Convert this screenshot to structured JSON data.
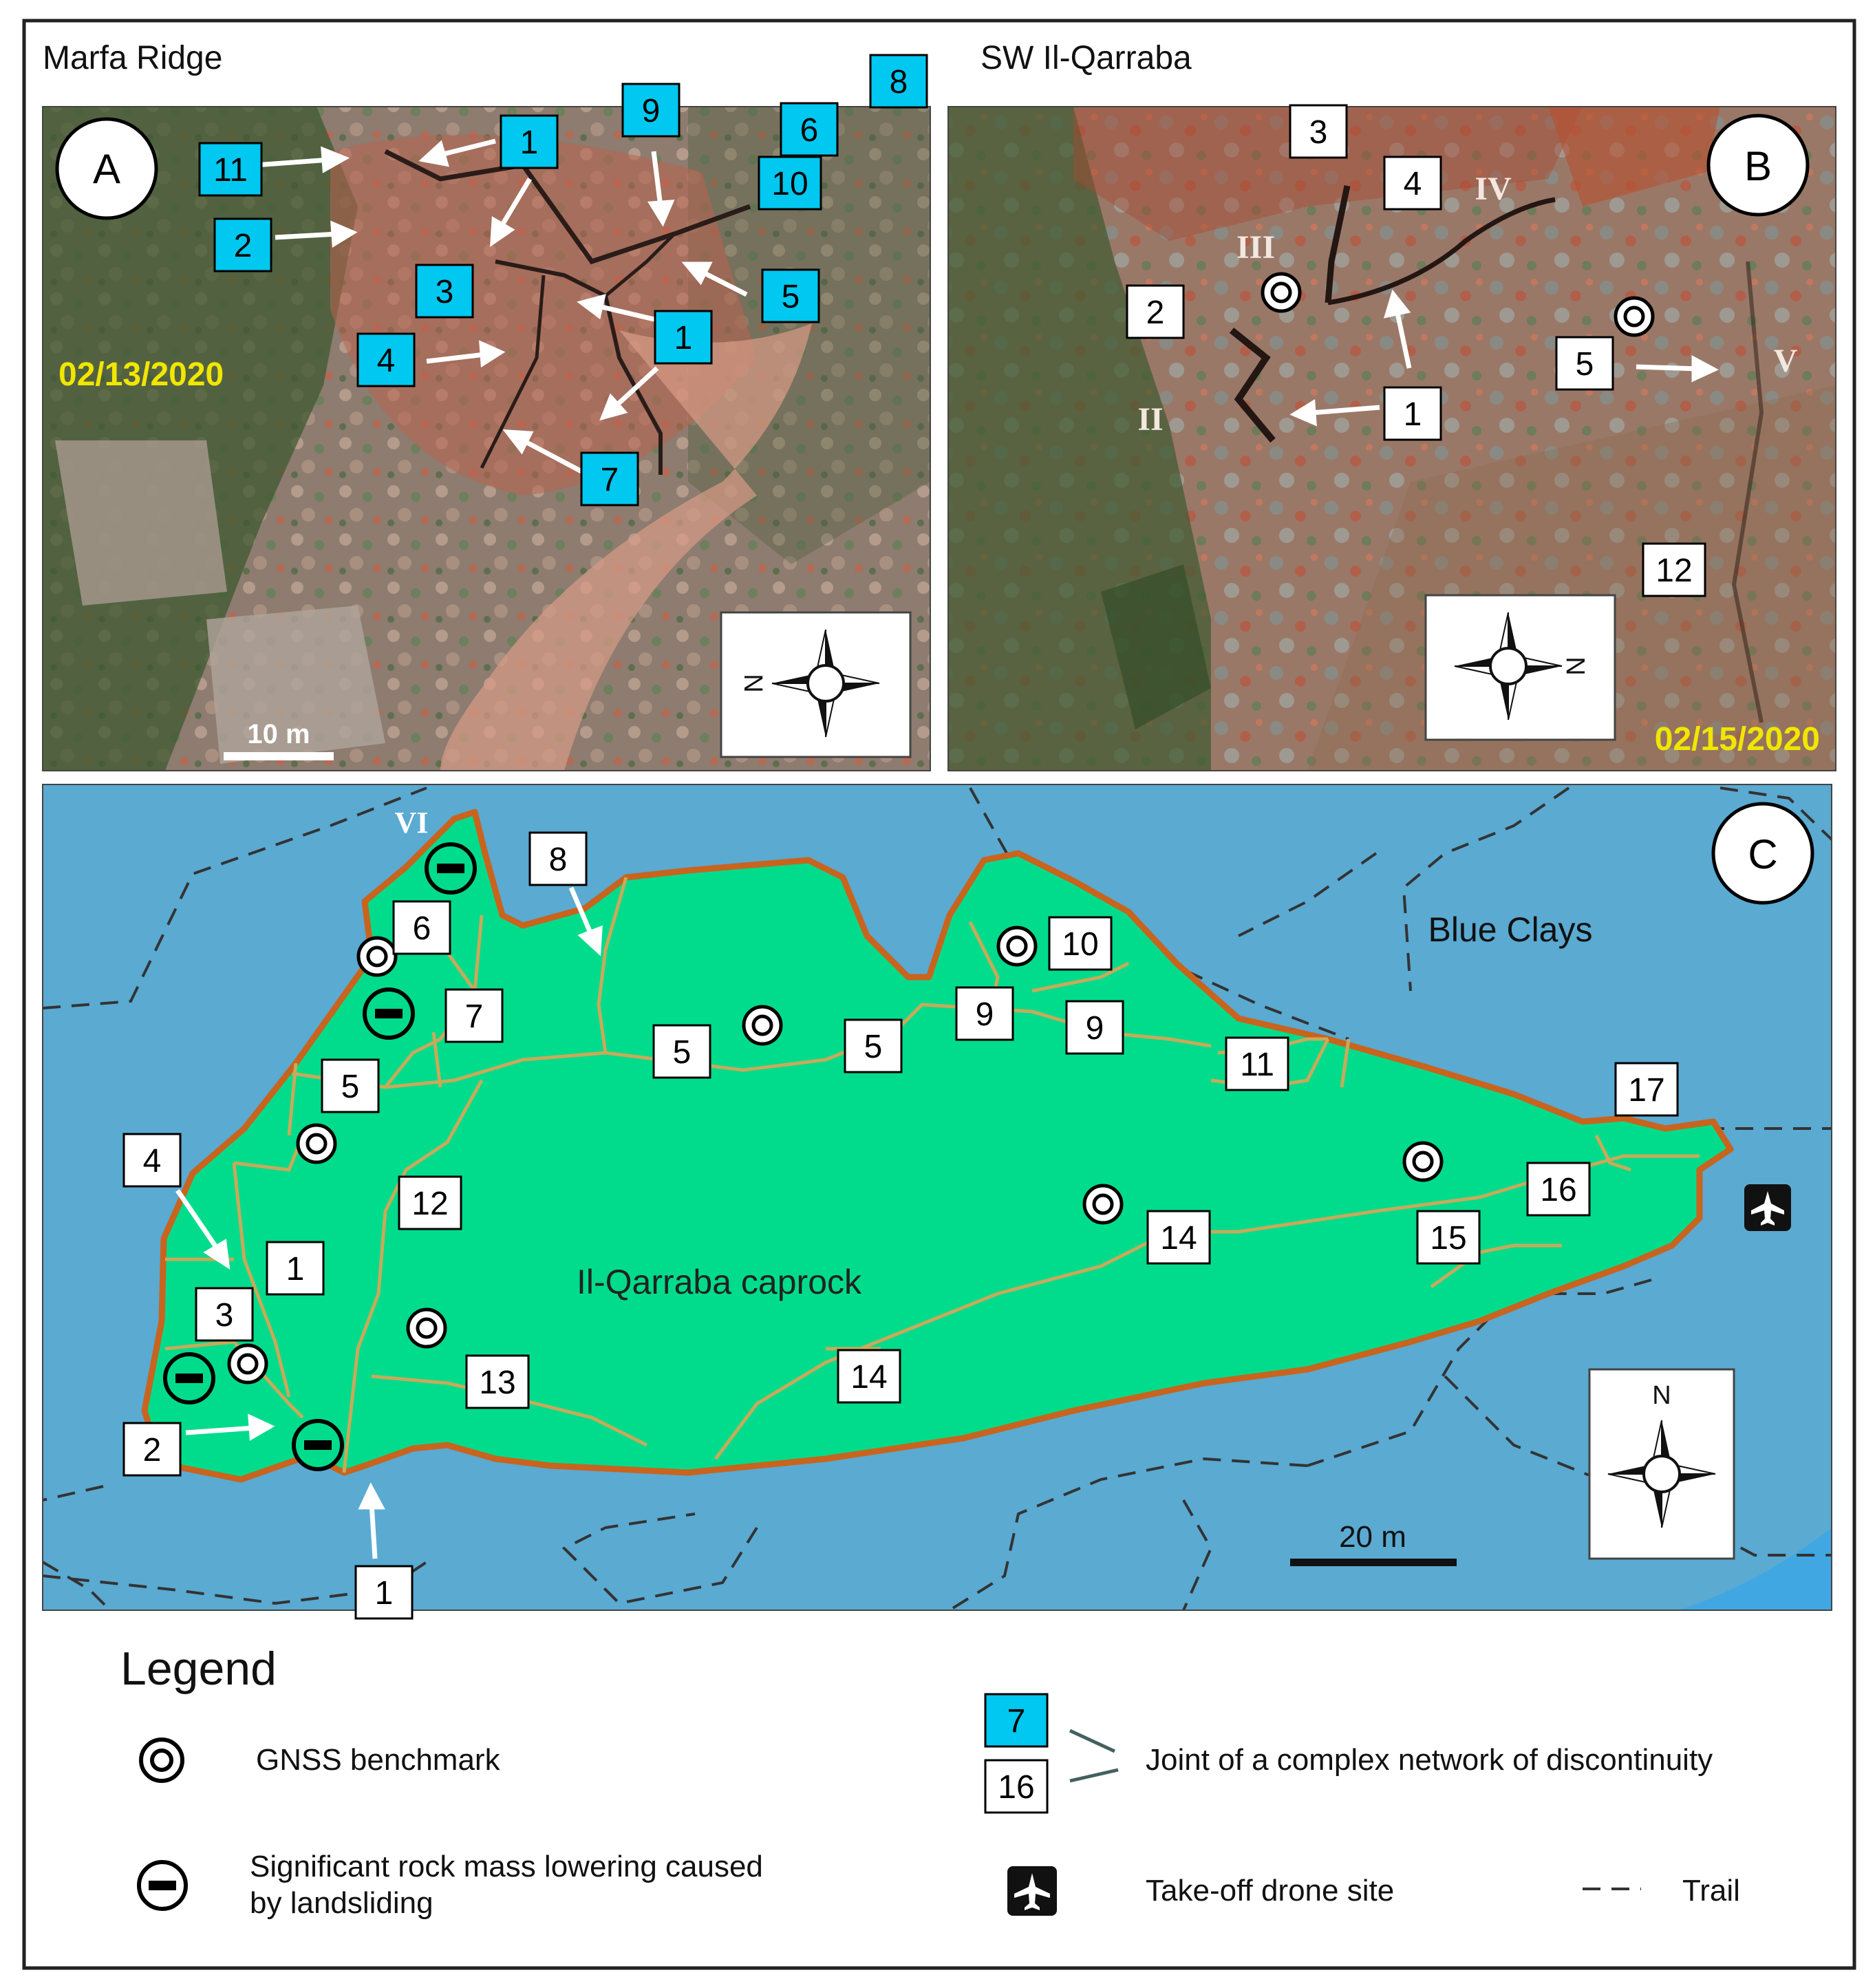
{
  "panels": {
    "a": {
      "title": "Marfa Ridge",
      "letter": "A",
      "date": "02/13/2020",
      "scale_label": "10 m",
      "north_label": "N",
      "joint_labels": [
        "11",
        "1",
        "9",
        "6",
        "8",
        "10",
        "2",
        "3",
        "5",
        "1",
        "4",
        "7"
      ]
    },
    "b": {
      "title": "SW Il-Qarraba",
      "letter": "B",
      "date": "02/15/2020",
      "north_label": "N",
      "roman": [
        "III",
        "IV",
        "II",
        "V"
      ],
      "joint_labels": [
        "3",
        "4",
        "2",
        "5",
        "1",
        "12"
      ]
    },
    "c": {
      "letter": "C",
      "area_label": "Blue Clays",
      "caprock_label": "Il-Qarraba caprock",
      "roman": "VI",
      "scale_label": "20 m",
      "north_label": "N",
      "joint_labels": [
        "8",
        "6",
        "10",
        "7",
        "9",
        "9",
        "5",
        "5",
        "5",
        "11",
        "17",
        "4",
        "12",
        "16",
        "1",
        "14",
        "15",
        "3",
        "13",
        "14",
        "2",
        "1"
      ]
    }
  },
  "legend": {
    "title": "Legend",
    "gnss": "GNSS benchmark",
    "lowering_line1": "Significant rock mass lowering caused",
    "lowering_line2": "by landsliding",
    "joint_sample_a": "7",
    "joint_sample_b": "16",
    "joint": "Joint of a complex network of discontinuity",
    "takeoff": "Take-off drone site",
    "trail": "Trail"
  },
  "colors": {
    "joint_cyan": "#00c8f0",
    "caprock_green": "#00dc8c",
    "clay_blue": "#5aaad2",
    "outline_orange": "#c8641e",
    "date_yellow": "#f0e600",
    "fracture_tan": "#c8aa5a"
  },
  "icons": [
    "gnss-benchmark-icon",
    "rock-lowering-icon",
    "takeoff-drone-icon",
    "north-arrow-icon",
    "arrow-icon"
  ]
}
